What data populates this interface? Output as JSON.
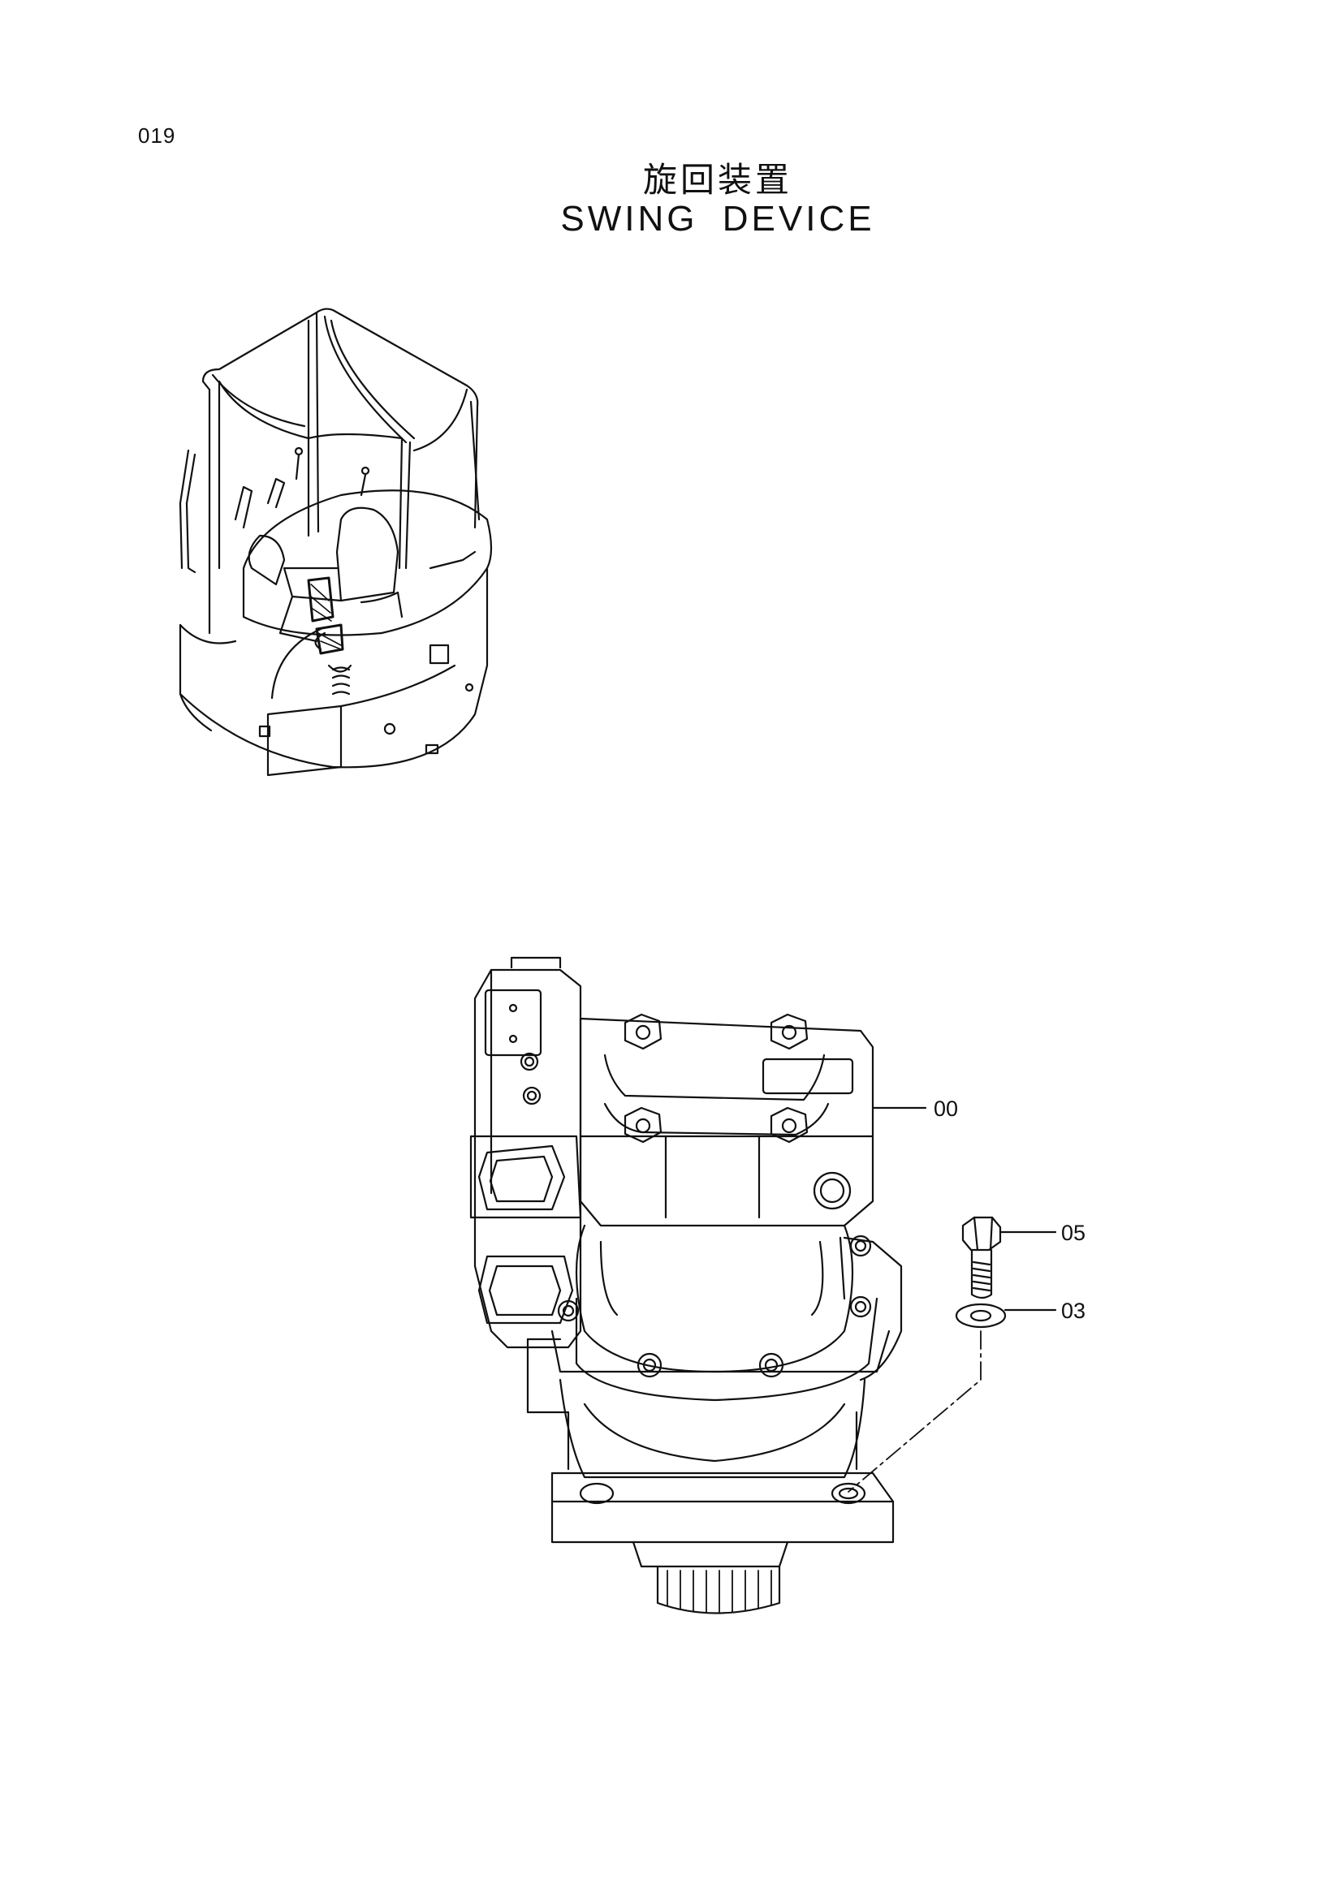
{
  "page": {
    "number": "019",
    "title_jp": "旋回装置",
    "title_en": "SWING  DEVICE"
  },
  "callouts": [
    {
      "id": "00",
      "label": "00"
    },
    {
      "id": "05",
      "label": "05"
    },
    {
      "id": "03",
      "label": "03"
    }
  ],
  "colors": {
    "ink": "#111111",
    "paper": "#ffffff"
  }
}
